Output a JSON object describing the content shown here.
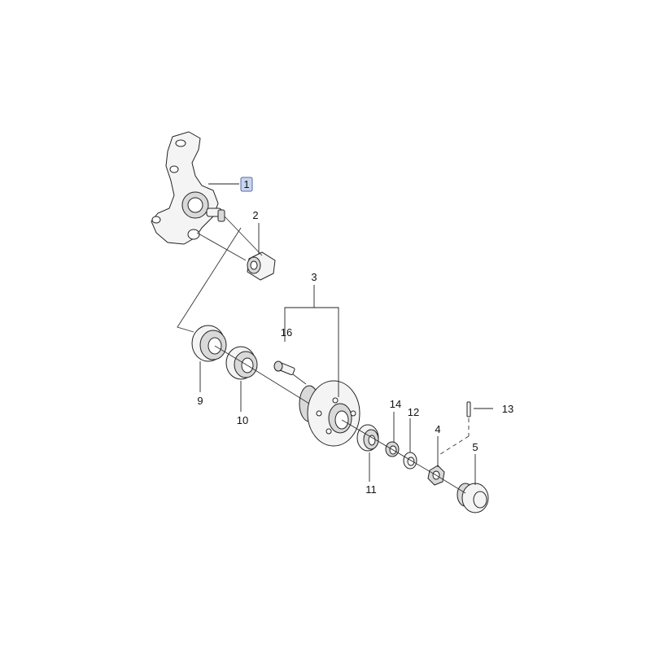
{
  "callouts": [
    {
      "id": "knuckle",
      "label": "1",
      "highlighted": true
    },
    {
      "id": "bushing",
      "label": "2"
    },
    {
      "id": "hub-assembly",
      "label": "3"
    },
    {
      "id": "nut",
      "label": "4"
    },
    {
      "id": "cap",
      "label": "5"
    },
    {
      "id": "outer-bearing",
      "label": "9"
    },
    {
      "id": "inner-bearing",
      "label": "10"
    },
    {
      "id": "bearing-11",
      "label": "11"
    },
    {
      "id": "washer",
      "label": "12"
    },
    {
      "id": "cotter-pin",
      "label": "13"
    },
    {
      "id": "bearing-14",
      "label": "14"
    },
    {
      "id": "wheel-stud",
      "label": "16"
    }
  ],
  "colors": {
    "highlight_fill": "#c9d5f0",
    "highlight_stroke": "#5a6aa0",
    "line": "#222222",
    "part_fill": "#f4f4f4"
  }
}
